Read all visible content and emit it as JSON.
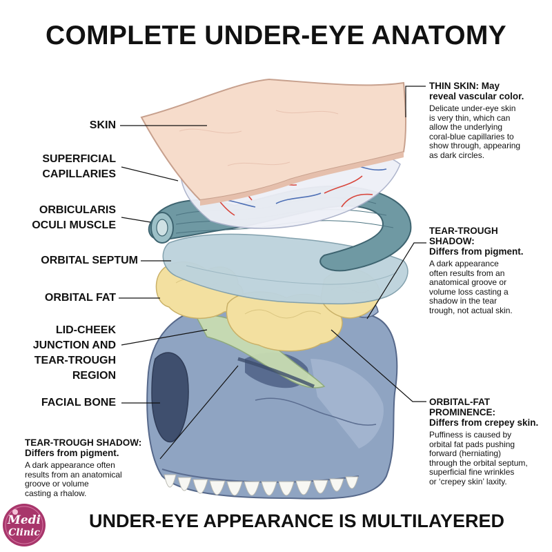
{
  "title": "COMPLETE UNDER-EYE ANATOMY",
  "footer": "UNDER-EYE APPEARANCE IS MULTILAYERED",
  "labels": {
    "skin": "SKIN",
    "capillaries": [
      "SUPERFICIAL",
      "CAPILLARIES"
    ],
    "orbicularis": [
      "ORBICULARIS",
      "OCULI MUSCLE"
    ],
    "septum": "ORBITAL SEPTUM",
    "fat": "ORBITAL FAT",
    "lid_cheek": [
      "LID-CHEEK",
      "JUNCTION AND",
      "TEAR-TROUGH",
      "REGION"
    ],
    "bone": "FACIAL BONE"
  },
  "notes": {
    "thin_skin": {
      "heading": [
        "THIN SKIN: May",
        "reveal vascular color."
      ],
      "body": [
        "Delicate under-eye skin",
        "is very thin, which can",
        "allow the underlying",
        "coral-blue capillaries to",
        "show through, appearing",
        "as dark circles."
      ]
    },
    "tear_trough_right": {
      "heading": [
        "TEAR-TROUGH",
        "SHADOW:",
        "Differs from pigment."
      ],
      "body": [
        "A dark appearance",
        "often results from an",
        "anatomical groove or",
        "volume loss casting a",
        "shadow in the tear",
        "trough, not actual skin."
      ]
    },
    "orbital_fat": {
      "heading": [
        "ORBITAL-FAT",
        "PROMINENCE:",
        "Differs from crepey skin."
      ],
      "body": [
        "Puffiness is caused by",
        "orbital fat pads pushing",
        "forward (herniating)",
        "through the orbital septum,",
        "superficial fine wrinkles",
        "or ‘crepey skin’ laxity."
      ]
    },
    "tear_trough_left": {
      "heading": [
        "TEAR-TROUGH SHADOW:",
        "Differs from pigment."
      ],
      "body": [
        "A dark appearance often",
        "results from an anatomical",
        "groove or volume",
        "casting a rhalow."
      ]
    }
  },
  "logo": [
    "Medi",
    "Clinic"
  ],
  "colors": {
    "skin": "#f6dccb",
    "capillary_layer": "#eceef6",
    "vessel_red": "#d8463c",
    "vessel_blue": "#4d6fb5",
    "muscle": "#6e98a2",
    "septum": "#b9d0d9",
    "fat": "#f3e0a0",
    "bone": "#8ea2c0",
    "logo": "#a8366b"
  }
}
